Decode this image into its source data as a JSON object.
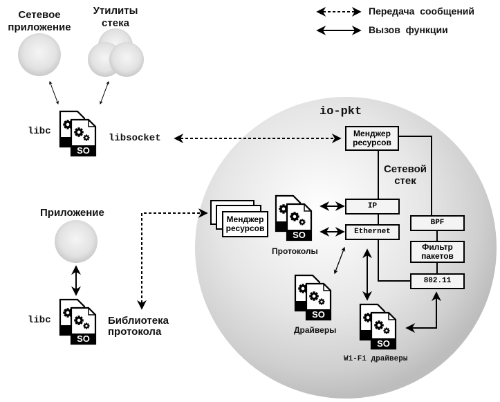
{
  "legend": {
    "messaging_label": "Передача  сообщений",
    "function_call_label": "Вызов  функции"
  },
  "client_side": {
    "network_app_label": "Сетевое\nприложение",
    "stack_utils_label": "Утилиты\nстека",
    "libc_top_label": "libc",
    "libsocket_label": "libsocket",
    "app_label": "Приложение",
    "libc_bottom_label": "libc",
    "protocol_library_label": "Библиотека\nпротокола"
  },
  "io_pkt": {
    "title": "io-pkt",
    "resource_manager_top": "Менджер\nресурсов",
    "resource_manager_stack": "Менджер\nресурсов",
    "network_stack_label": "Сетевой\nстек",
    "ip_label": "IP",
    "ethernet_label": "Ethernet",
    "bpf_label": "BPF",
    "packet_filter_label": "Фильтр\nпакетов",
    "wifi_80211_label": "802.11",
    "protocols_label": "Протоколы",
    "drivers_label": "Драйверы",
    "wifi_drivers_label": "Wi-Fi драйверы"
  },
  "so_badge_text": "SO",
  "colors": {
    "sphere_light": "#f7f7f7",
    "sphere_dark": "#b8b8b8",
    "box_fill": "#f4f4f4",
    "stroke": "#000000"
  }
}
